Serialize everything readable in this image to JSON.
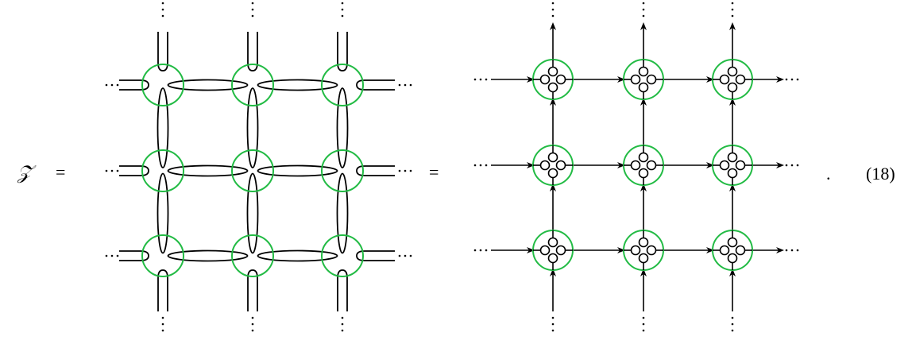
{
  "equation": {
    "lhs_symbol": "𝒵",
    "equals": "=",
    "period": ".",
    "number": "(18)"
  },
  "colors": {
    "tensor_ring": "#22bb44",
    "line": "#000000",
    "background": "#ffffff"
  },
  "left_grid": {
    "description_kind": "loop-network",
    "rows": 3,
    "cols": 3,
    "continuation_mark": "···",
    "vertical_continuation_mark": "⋮"
  },
  "right_grid": {
    "description_kind": "arrow-network",
    "rows": 3,
    "cols": 3,
    "inner_circles_per_node": 4,
    "continuation_mark": "···",
    "vertical_continuation_mark": "⋮"
  }
}
